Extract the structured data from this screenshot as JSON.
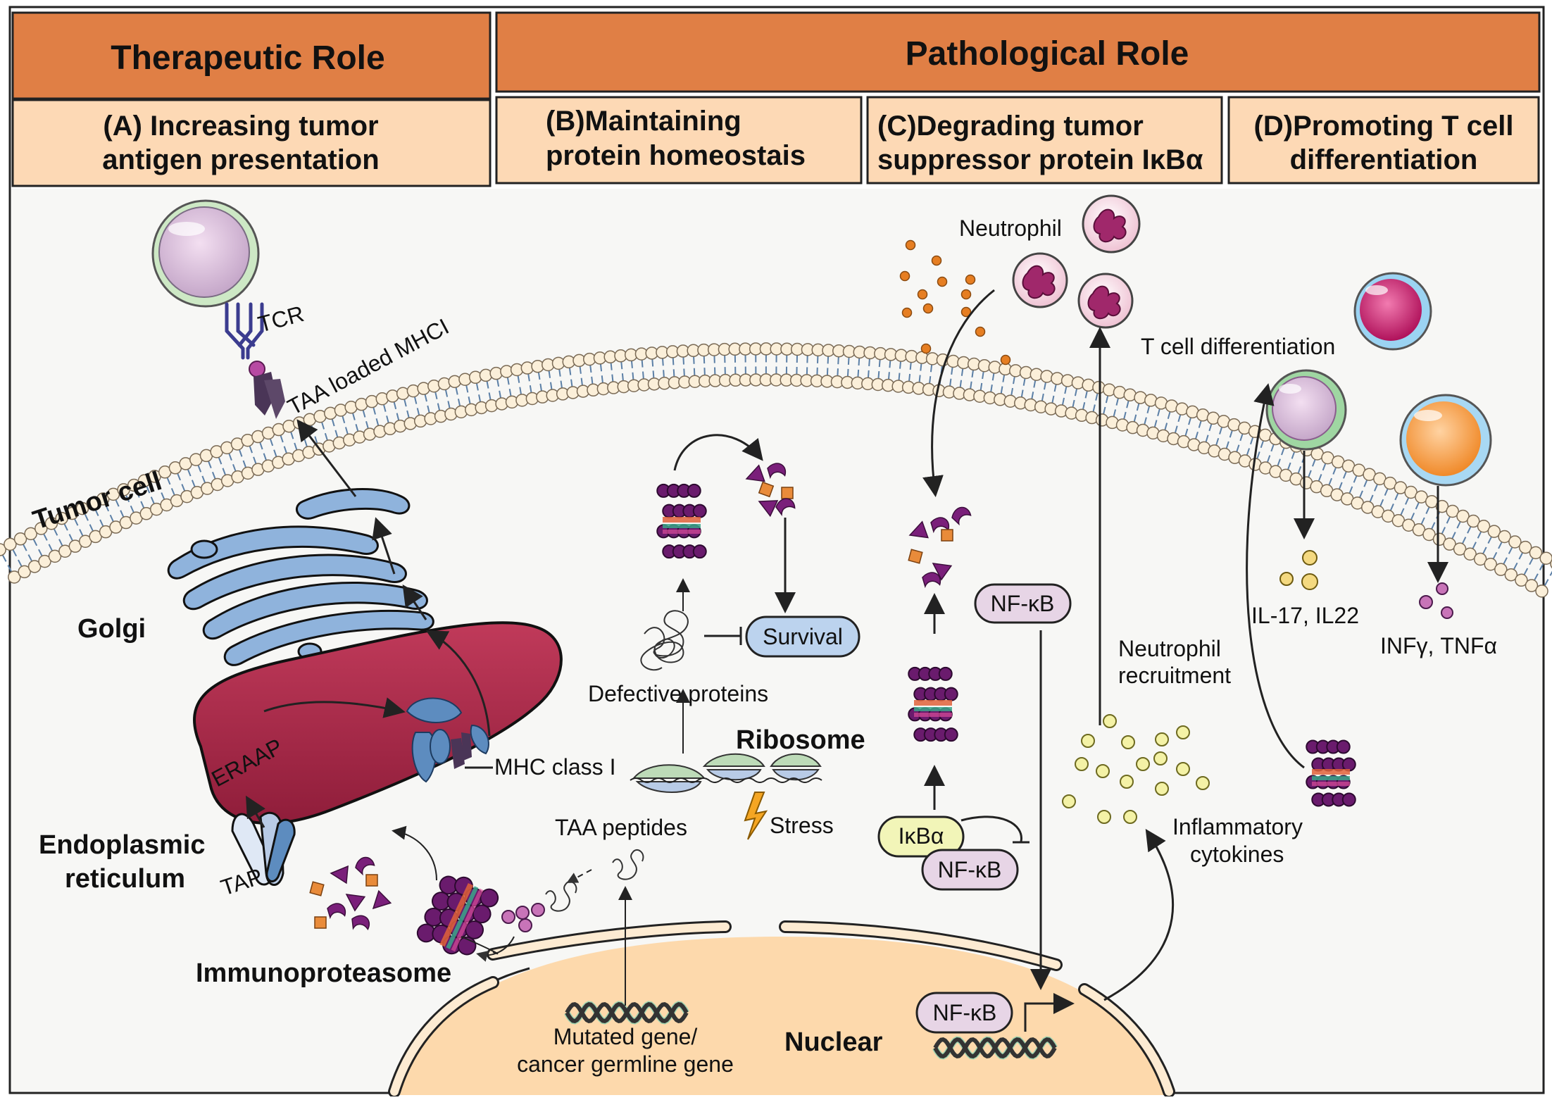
{
  "headers": {
    "therapeutic": "Therapeutic Role",
    "pathological": "Pathological Role",
    "a_line1": "(A) Increasing tumor",
    "a_line2": "antigen presentation",
    "b_line1": "(B)Maintaining",
    "b_line2": "protein homeostais",
    "c_line1": "(C)Degrading tumor",
    "c_line2": "suppressor protein IκBα",
    "d_line1": "(D)Promoting T cell",
    "d_line2": "differentiation"
  },
  "labels": {
    "tcr": "TCR",
    "taa_loaded_mhci": "TAA loaded MHCI",
    "tumor_cell": "Tumor cell",
    "golgi": "Golgi",
    "eraap": "ERAAP",
    "mhc_class_i": "MHC class I",
    "er_line1": "Endoplasmic",
    "er_line2": "reticulum",
    "tap": "TAP",
    "immunoproteasome": "Immunoproteasome",
    "taa_peptides": "TAA peptides",
    "ribosome": "Ribosome",
    "stress": "Stress",
    "defective_proteins": "Defective proteins",
    "survival": "Survival",
    "mutated_line1": "Mutated gene/",
    "mutated_line2": "cancer germline gene",
    "nuclear": "Nuclear",
    "neutrophil": "Neutrophil",
    "nfkb_top": "NF-κB",
    "ikba": "IκBα",
    "nfkb_complex": "NF-κB",
    "nfkb_nucleus": "NF-κB",
    "neutrophil_recruitment_line1": "Neutrophil",
    "neutrophil_recruitment_line2": "recruitment",
    "inflammatory_line1": "Inflammatory",
    "inflammatory_line2": "cytokines",
    "t_cell_differentiation": "T cell differentiation",
    "il17_il22": "IL-17, IL22",
    "infg_tnfa": "INFγ, TNFα"
  },
  "colors": {
    "header_dark": "#e07f45",
    "header_light": "#fdd9b5",
    "er": "#a82746",
    "golgi": "#8fb3dc",
    "nucleus": "#fdd9ac",
    "proteasome": "#6a1b6d",
    "survival_pill": "#bcd3ee",
    "nfkb_pill": "#e7d5e6",
    "ikba_pill": "#f2f5b8"
  }
}
